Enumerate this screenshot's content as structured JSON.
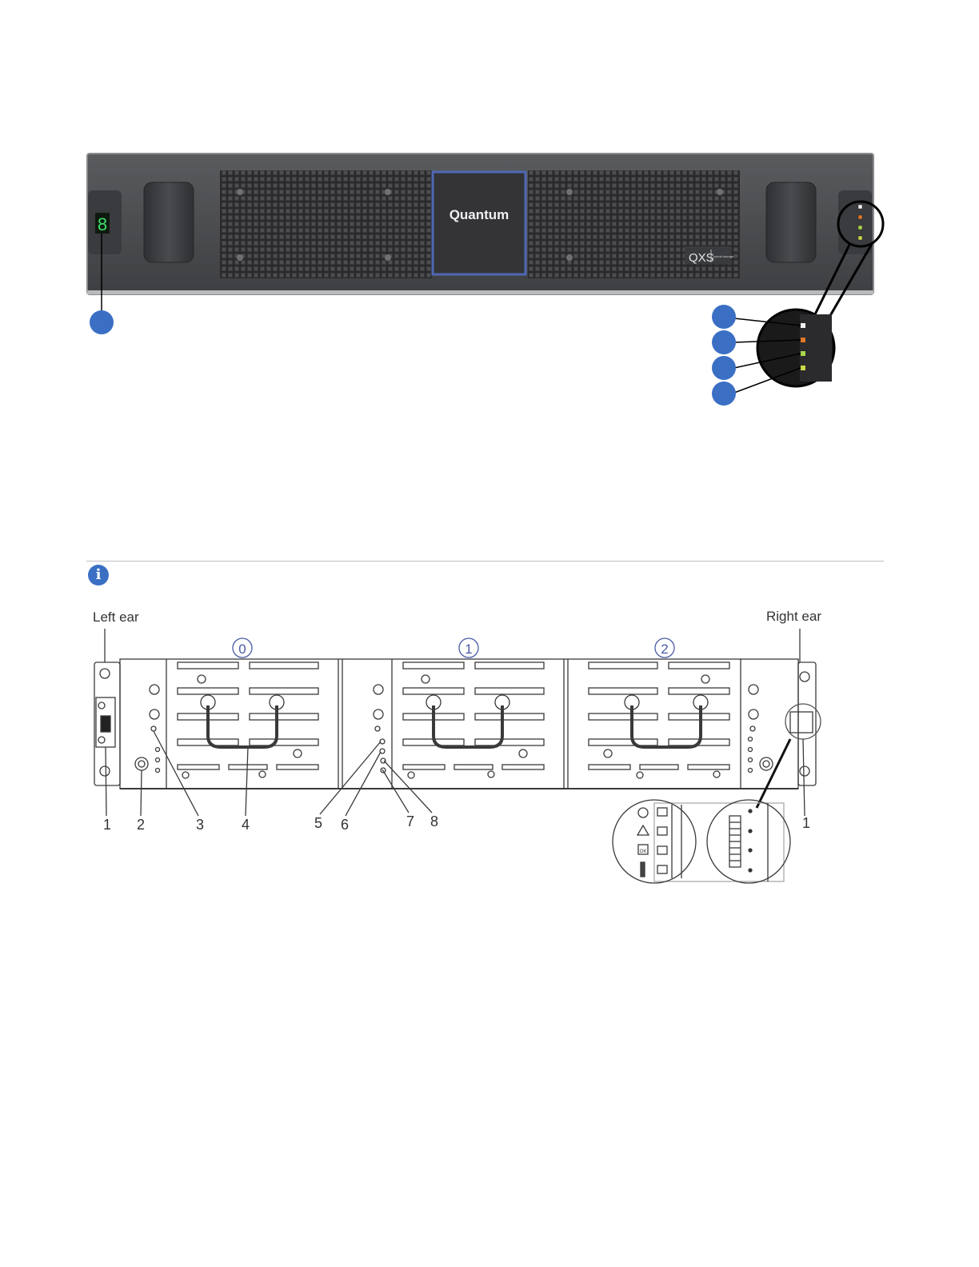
{
  "bezel": {
    "brand": "Quantum",
    "model": "QXS",
    "model_subtext": "hybrid storage",
    "seven_segment_digit": "8",
    "led_colors": [
      "#f2f2f2",
      "#e0782a",
      "#a6d64b",
      "#c9d94a"
    ],
    "callout_color": "#3a6fc4"
  },
  "note": {
    "icon": "info-icon",
    "icon_glyph": "i"
  },
  "chassis": {
    "left_ear_label": "Left ear",
    "right_ear_label": "Right ear",
    "module_numbers": [
      "0",
      "1",
      "2"
    ],
    "callouts": {
      "c1_left": "1",
      "c2": "2",
      "c3": "3",
      "c4": "4",
      "c5": "5",
      "c6": "6",
      "c7": "7",
      "c8": "8",
      "c1_right": "1"
    },
    "inset_ok_label": "OK"
  }
}
